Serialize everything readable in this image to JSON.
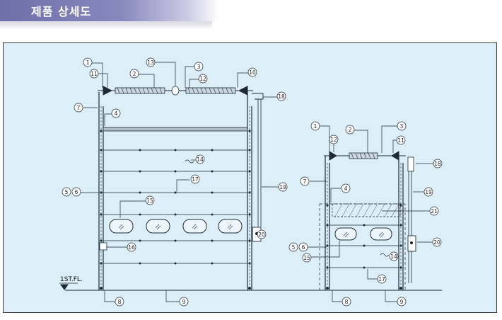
{
  "header": {
    "title": "제품 상세도"
  },
  "drawing": {
    "floor_label": "1ST.FL.",
    "left_callouts": [
      "1",
      "11",
      "2",
      "13",
      "3",
      "12",
      "10",
      "18",
      "7",
      "4",
      "14",
      "17",
      "19",
      "5",
      "6",
      "15",
      "20",
      "16",
      "8",
      "9"
    ],
    "right_callouts": [
      "1",
      "12",
      "2",
      "3",
      "11",
      "18",
      "7",
      "4",
      "19",
      "21",
      "5",
      "6",
      "20",
      "15",
      "14",
      "17",
      "8",
      "9"
    ]
  },
  "colors": {
    "accent": "#7778b3",
    "drawing_bg": "#dceef8",
    "line": "#1e2a36"
  }
}
